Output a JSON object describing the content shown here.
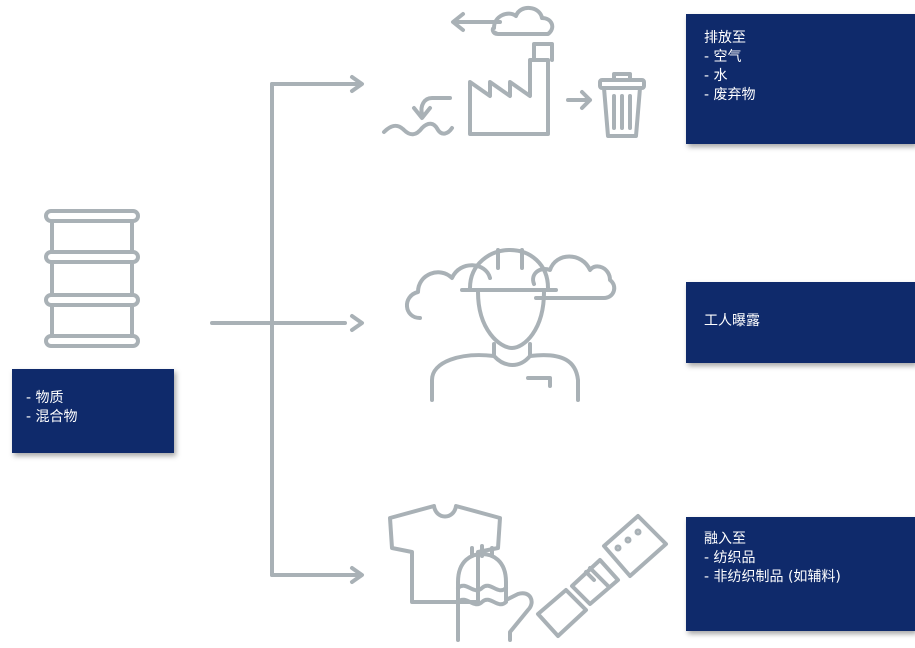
{
  "input_box": {
    "lines": [
      "- 物质",
      "- 混合物"
    ]
  },
  "emissions_box": {
    "lines": [
      "排放至",
      "- 空气",
      "- 水",
      "- 废弃物"
    ]
  },
  "worker_box": {
    "lines": [
      "工人曝露"
    ]
  },
  "products_box": {
    "lines": [
      "融入至",
      "- 纺织品",
      "- 非纺织制品 (如辅料)"
    ]
  },
  "colors": {
    "box_fill": "#0f2a6b",
    "box_text": "#ffffff",
    "line_gray": "#a9b1b6"
  },
  "icons": [
    "barrel-icon",
    "factory-icon",
    "trash-icon",
    "water-icon",
    "worker-icon",
    "cloud-icon",
    "tshirt-icon",
    "glove-icon",
    "belt-icon"
  ]
}
